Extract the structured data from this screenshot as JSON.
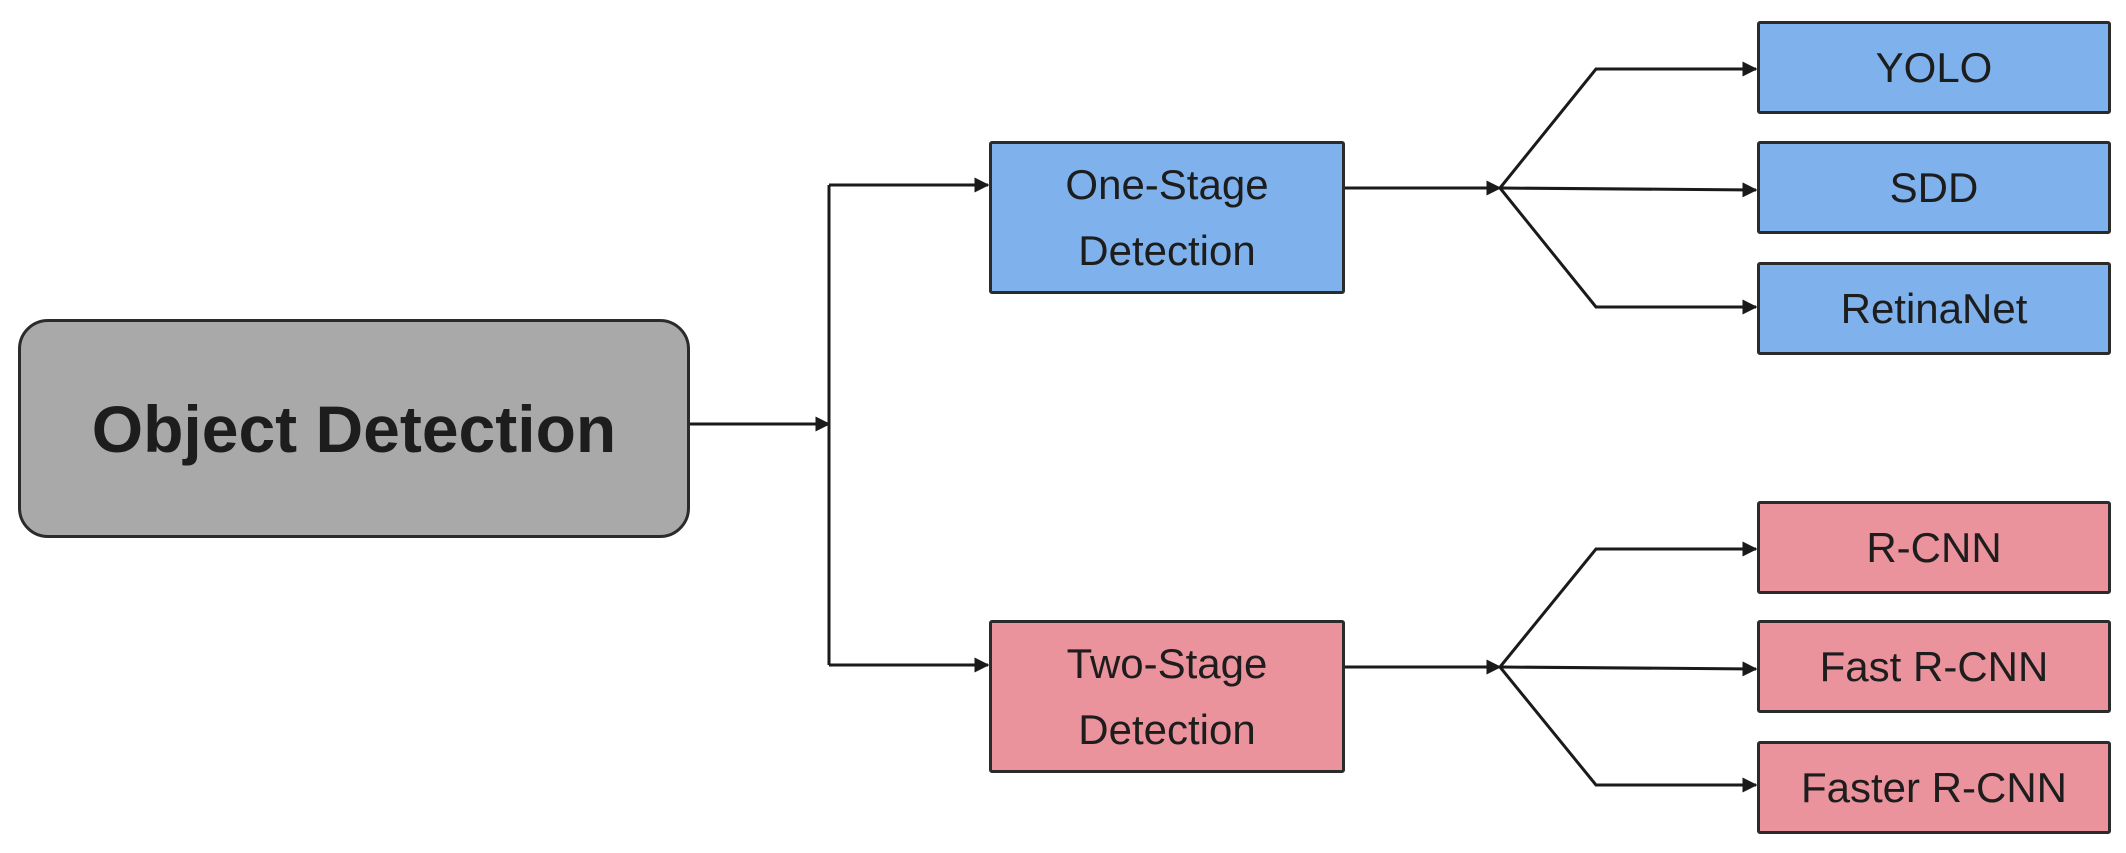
{
  "colors": {
    "root_fill": "#a9a9a9",
    "one_stage_fill": "#7fb2ec",
    "two_stage_fill": "#eb939d",
    "line": "#1a1a1a"
  },
  "root": {
    "label": "Object Detection"
  },
  "branches": [
    {
      "line1": "One-Stage",
      "line2": "Detection",
      "children": [
        "YOLO",
        "SDD",
        "RetinaNet"
      ]
    },
    {
      "line1": "Two-Stage",
      "line2": "Detection",
      "children": [
        "R-CNN",
        "Fast R-CNN",
        "Faster R-CNN"
      ]
    }
  ]
}
